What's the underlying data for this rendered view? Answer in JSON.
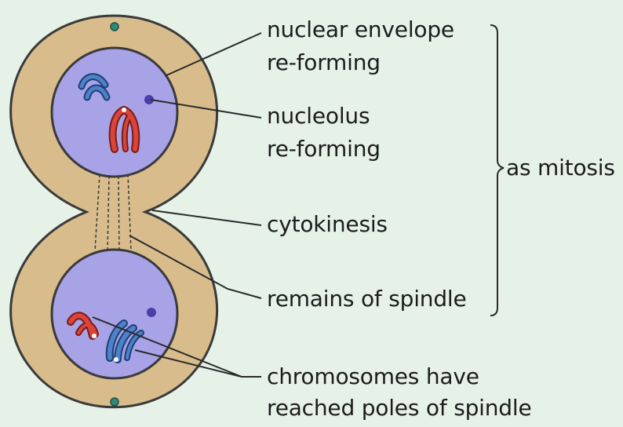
{
  "labels": {
    "nuclear_envelope_line1": "nuclear envelope",
    "nuclear_envelope_line2": "re-forming",
    "nucleolus_line1": "nucleolus",
    "nucleolus_line2": "re-forming",
    "cytokinesis": "cytokinesis",
    "remains_of_spindle": "remains of spindle",
    "chromosomes_line1": "chromosomes have",
    "chromosomes_line2": "reached poles of spindle",
    "bracket_label": "as mitosis"
  },
  "colors": {
    "background": "#e6f2e8",
    "cytoplasm": "#d8bc8c",
    "nucleus": "#a7a3e6",
    "red_chromosome": "#d9453a",
    "blue_chromosome": "#3c6fb4",
    "nucleolus": "#4a3fa8",
    "centriole": "#2e8a78",
    "outline": "#3a3a3a"
  }
}
